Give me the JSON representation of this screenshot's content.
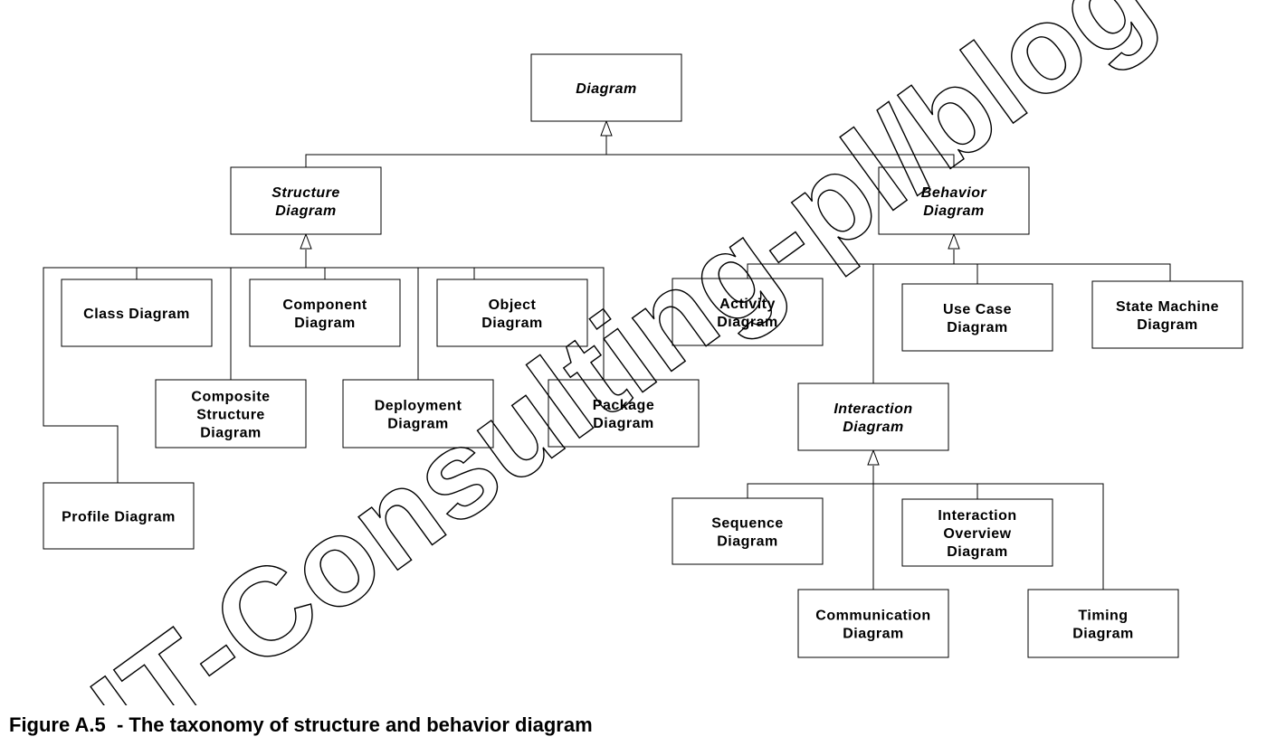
{
  "nodes": {
    "diagram": {
      "lines": [
        "Diagram"
      ],
      "abstract": true
    },
    "structure": {
      "lines": [
        "Structure",
        "Diagram"
      ],
      "abstract": true
    },
    "behavior": {
      "lines": [
        "Behavior",
        "Diagram"
      ],
      "abstract": true
    },
    "class": {
      "lines": [
        "Class Diagram"
      ]
    },
    "component": {
      "lines": [
        "Component",
        "Diagram"
      ]
    },
    "object": {
      "lines": [
        "Object",
        "Diagram"
      ]
    },
    "composite": {
      "lines": [
        "Composite",
        "Structure",
        "Diagram"
      ]
    },
    "deployment": {
      "lines": [
        "Deployment",
        "Diagram"
      ]
    },
    "package": {
      "lines": [
        "Package",
        "Diagram"
      ]
    },
    "profile": {
      "lines": [
        "Profile Diagram"
      ]
    },
    "activity": {
      "lines": [
        "Activity",
        "Diagram"
      ]
    },
    "usecase": {
      "lines": [
        "Use Case",
        "Diagram"
      ]
    },
    "statemachine": {
      "lines": [
        "State Machine",
        "Diagram"
      ]
    },
    "interaction": {
      "lines": [
        "Interaction",
        "Diagram"
      ],
      "abstract": true
    },
    "sequence": {
      "lines": [
        "Sequence",
        "Diagram"
      ]
    },
    "overview": {
      "lines": [
        "Interaction",
        "Overview",
        "Diagram"
      ]
    },
    "communication": {
      "lines": [
        "Communication",
        "Diagram"
      ]
    },
    "timing": {
      "lines": [
        "Timing",
        "Diagram"
      ]
    }
  },
  "generalizations": [
    {
      "parent": "diagram",
      "children": [
        "structure",
        "behavior"
      ]
    },
    {
      "parent": "structure",
      "children": [
        "class",
        "component",
        "object",
        "composite",
        "deployment",
        "package",
        "profile"
      ]
    },
    {
      "parent": "behavior",
      "children": [
        "activity",
        "usecase",
        "statemachine",
        "interaction"
      ]
    },
    {
      "parent": "interaction",
      "children": [
        "sequence",
        "overview",
        "communication",
        "timing"
      ]
    }
  ],
  "watermark": "IT-Consulting-pl/blog",
  "caption": "Figure A.5  - The taxonomy of structure and behavior diagram"
}
